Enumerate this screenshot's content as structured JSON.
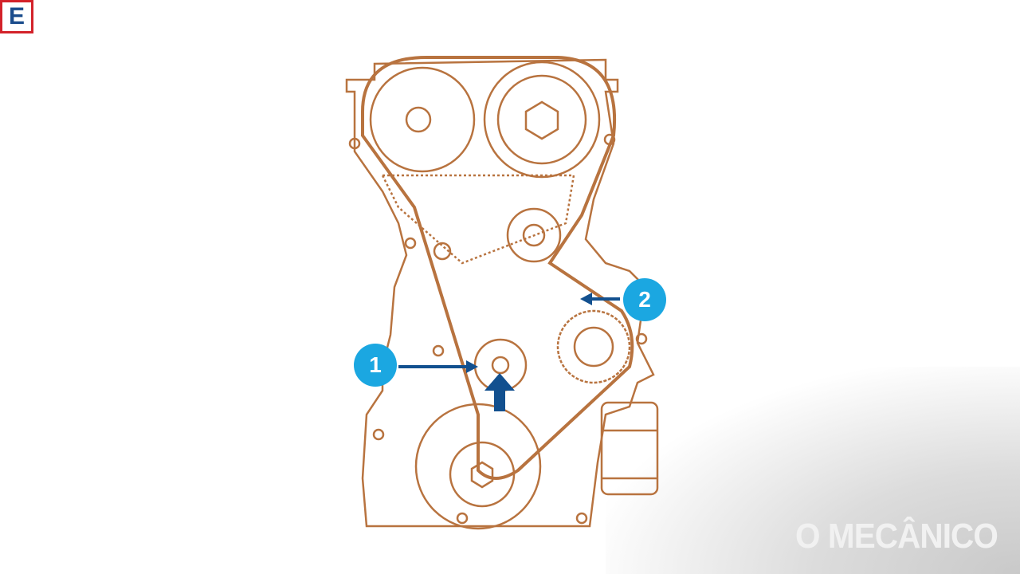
{
  "brand": {
    "logo_letter": "E",
    "watermark": "O MECÂNICO"
  },
  "callouts": [
    {
      "label": "1"
    },
    {
      "label": "2"
    }
  ],
  "colors": {
    "line": "#b8733f",
    "callout": "#1ba7e1",
    "arrow": "#12508f",
    "logo_border": "#d3222a",
    "logo_text": "#1a4c8c"
  }
}
